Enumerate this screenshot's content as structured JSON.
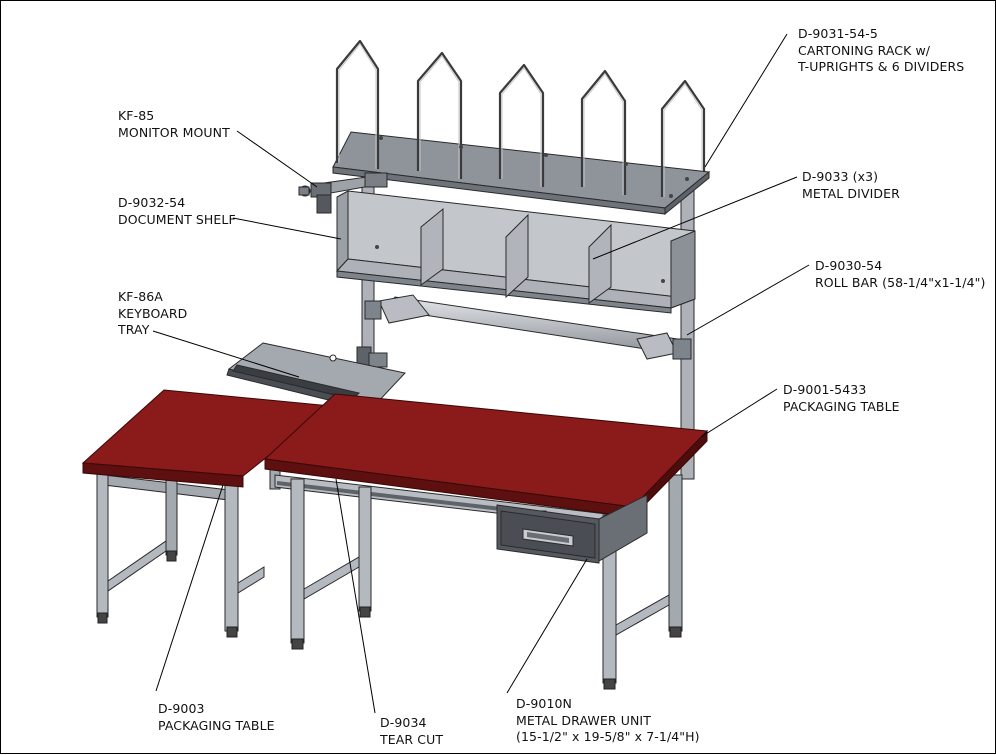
{
  "callouts": {
    "cartoning_rack": {
      "lines": [
        "D-9031-54-5",
        "CARTONING RACK w/",
        "T-UPRIGHTS & 6 DIVIDERS"
      ]
    },
    "monitor_mount": {
      "lines": [
        "KF-85",
        "MONITOR MOUNT"
      ]
    },
    "metal_divider": {
      "lines": [
        "D-9033 (x3)",
        "METAL DIVIDER"
      ]
    },
    "document_shelf": {
      "lines": [
        "D-9032-54",
        "DOCUMENT SHELF"
      ]
    },
    "roll_bar": {
      "lines": [
        "D-9030-54",
        "ROLL BAR (58-1/4\"x1-1/4\")"
      ]
    },
    "keyboard_tray": {
      "lines": [
        "KF-86A",
        "KEYBOARD",
        "TRAY"
      ]
    },
    "packaging_table_main": {
      "lines": [
        "D-9001-5433",
        "PACKAGING TABLE"
      ]
    },
    "packaging_table_side": {
      "lines": [
        "D-9003",
        "PACKAGING TABLE"
      ]
    },
    "tear_cut": {
      "lines": [
        "D-9034",
        "TEAR CUT"
      ]
    },
    "drawer_unit": {
      "lines": [
        "D-9010N",
        "METAL DRAWER UNIT",
        "(15-1/2\" x 19-5/8\" x 7-1/4\"H)"
      ]
    }
  },
  "colors": {
    "tabletop": "#8b1a1a",
    "tabletop_edge": "#5e0f0f",
    "metal": "#b4b8bf",
    "metal_dark": "#7e848c",
    "metal_light": "#d4d7dc",
    "outline": "#2a2a2a"
  }
}
